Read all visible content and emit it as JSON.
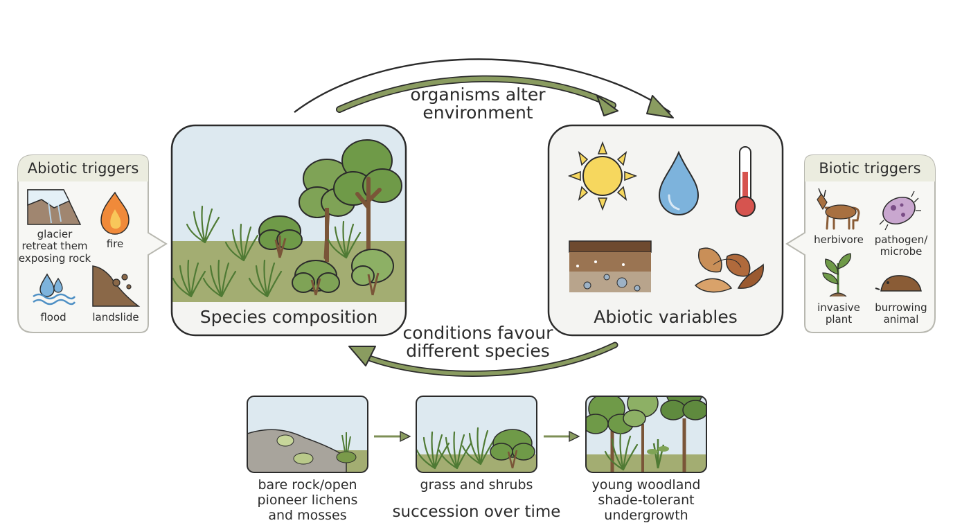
{
  "flows": {
    "top": "organisms alter\nenvironment",
    "bottom": "conditions favour\ndifferent species"
  },
  "panels": {
    "species": {
      "title": "Species composition"
    },
    "abiotic": {
      "title": "Abiotic variables"
    }
  },
  "abiotic_triggers": {
    "title": "Abiotic triggers",
    "items": [
      {
        "label": "glacier\nretreat them\nexposing rock",
        "icon": "glacier-icon"
      },
      {
        "label": "fire",
        "icon": "fire-icon"
      },
      {
        "label": "flood",
        "icon": "flood-icon"
      },
      {
        "label": "landslide",
        "icon": "landslide-icon"
      }
    ]
  },
  "biotic_triggers": {
    "title": "Biotic triggers",
    "items": [
      {
        "label": "herbivore",
        "icon": "goat-icon"
      },
      {
        "label": "pathogen/\nmicrobe",
        "icon": "microbe-icon"
      },
      {
        "label": "invasive\nplant",
        "icon": "seedling-icon"
      },
      {
        "label": "burrowing\nanimal",
        "icon": "mole-icon"
      }
    ]
  },
  "succession": {
    "caption": "succession over time",
    "stages": [
      {
        "label": "bare rock/open\npioneer lichens\nand mosses"
      },
      {
        "label": "grass and shrubs"
      },
      {
        "label": "young woodland\nshade-tolerant\nundergrowth"
      }
    ]
  },
  "colors": {
    "arrow": "#7d8f55",
    "panel_border": "#2b2b2b",
    "panel_fill": "#f4f4f2",
    "trigger_fill": "#f7f7f4",
    "trigger_header": "#ebecdf",
    "sky": "#dde9f0",
    "ground": "#a3ad72",
    "foliage": "#7fa356",
    "foliage_dark": "#5f8a3e",
    "trunk": "#7a5538",
    "sun": "#f6d75e",
    "water": "#7db3dc",
    "soil": "#8a6848"
  }
}
